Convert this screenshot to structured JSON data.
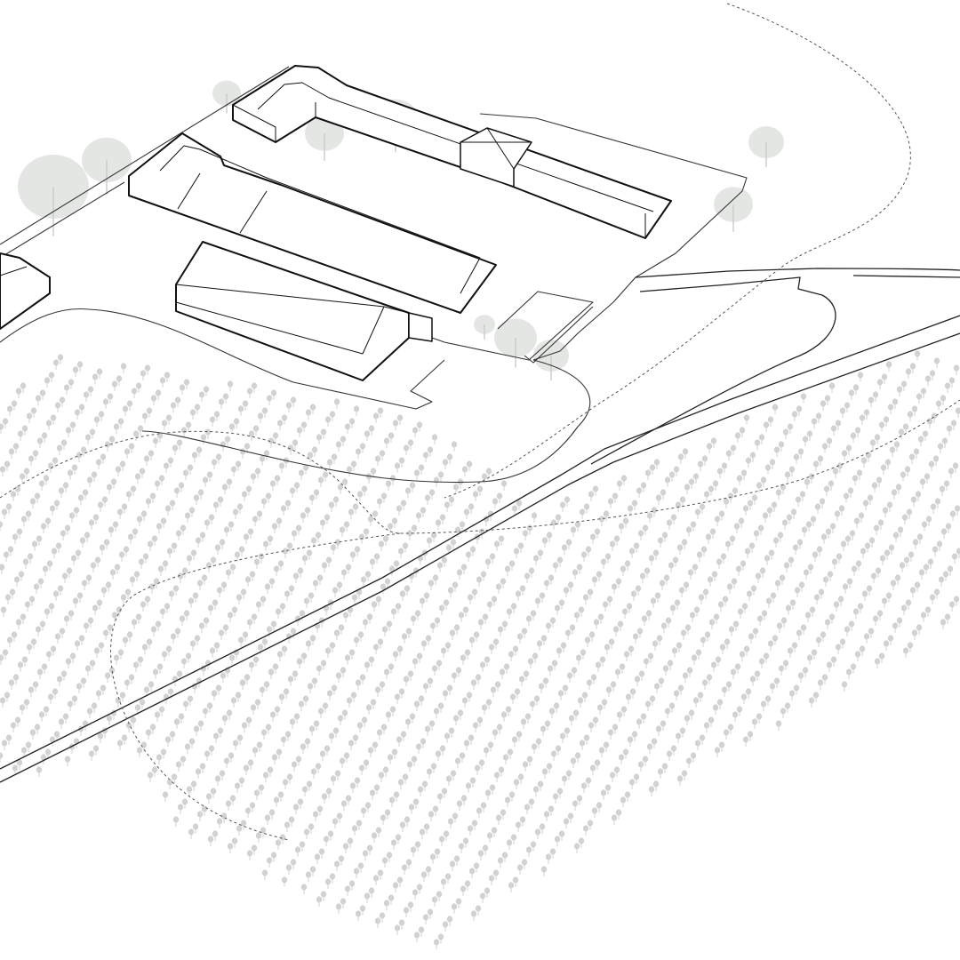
{
  "diagram": {
    "kind": "axonometric-site-plan",
    "labels": [],
    "colors": {
      "background": "#ffffff",
      "building_stroke": "#111111",
      "site_stroke": "#333333",
      "path_dashed": "#555555",
      "tree_canopy": "#dfe2df",
      "orchard_dot": "#d2d2d2"
    },
    "buildings": [
      {
        "id": "north-long-barn",
        "roof": "hipped"
      },
      {
        "id": "middle-long-barn",
        "roof": "hipped"
      },
      {
        "id": "south-gable-barn",
        "roof": "gabled"
      },
      {
        "id": "west-edge-barn",
        "roof": "hipped"
      }
    ],
    "orchard": {
      "present": true
    },
    "dashed_paths": 3,
    "roads": [
      "main-diagonal-road",
      "curved-access-road"
    ]
  }
}
